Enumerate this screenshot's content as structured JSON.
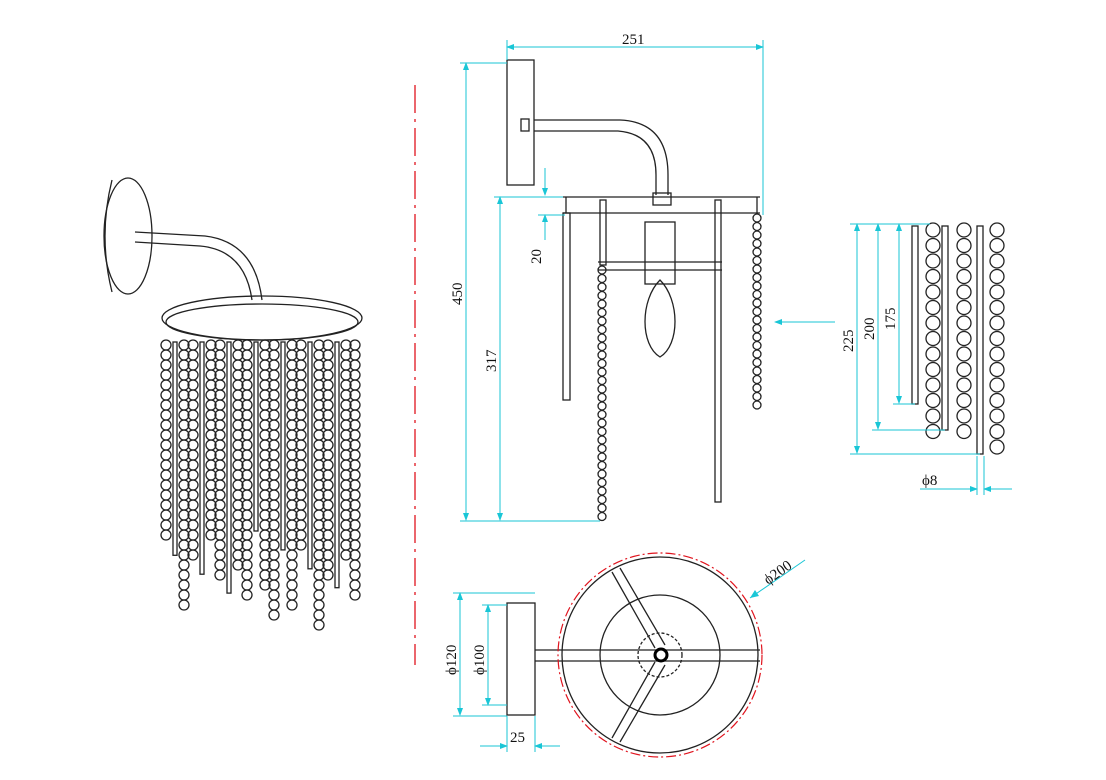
{
  "title": "Wall sconce technical drawing",
  "colors": {
    "dimension": "#19c6d6",
    "outline": "#222222",
    "centerline": "#e0141e"
  },
  "dimensions": {
    "width": "251",
    "height_total": "450",
    "height_frame": "317",
    "offset": "20",
    "strand_long": "225",
    "strand_mid": "200",
    "strand_short": "175",
    "rod_diameter": "ϕ8",
    "shade_diameter": "ϕ200",
    "plate_diameter_outer": "ϕ120",
    "plate_diameter_inner": "ϕ100",
    "plate_depth": "25"
  }
}
